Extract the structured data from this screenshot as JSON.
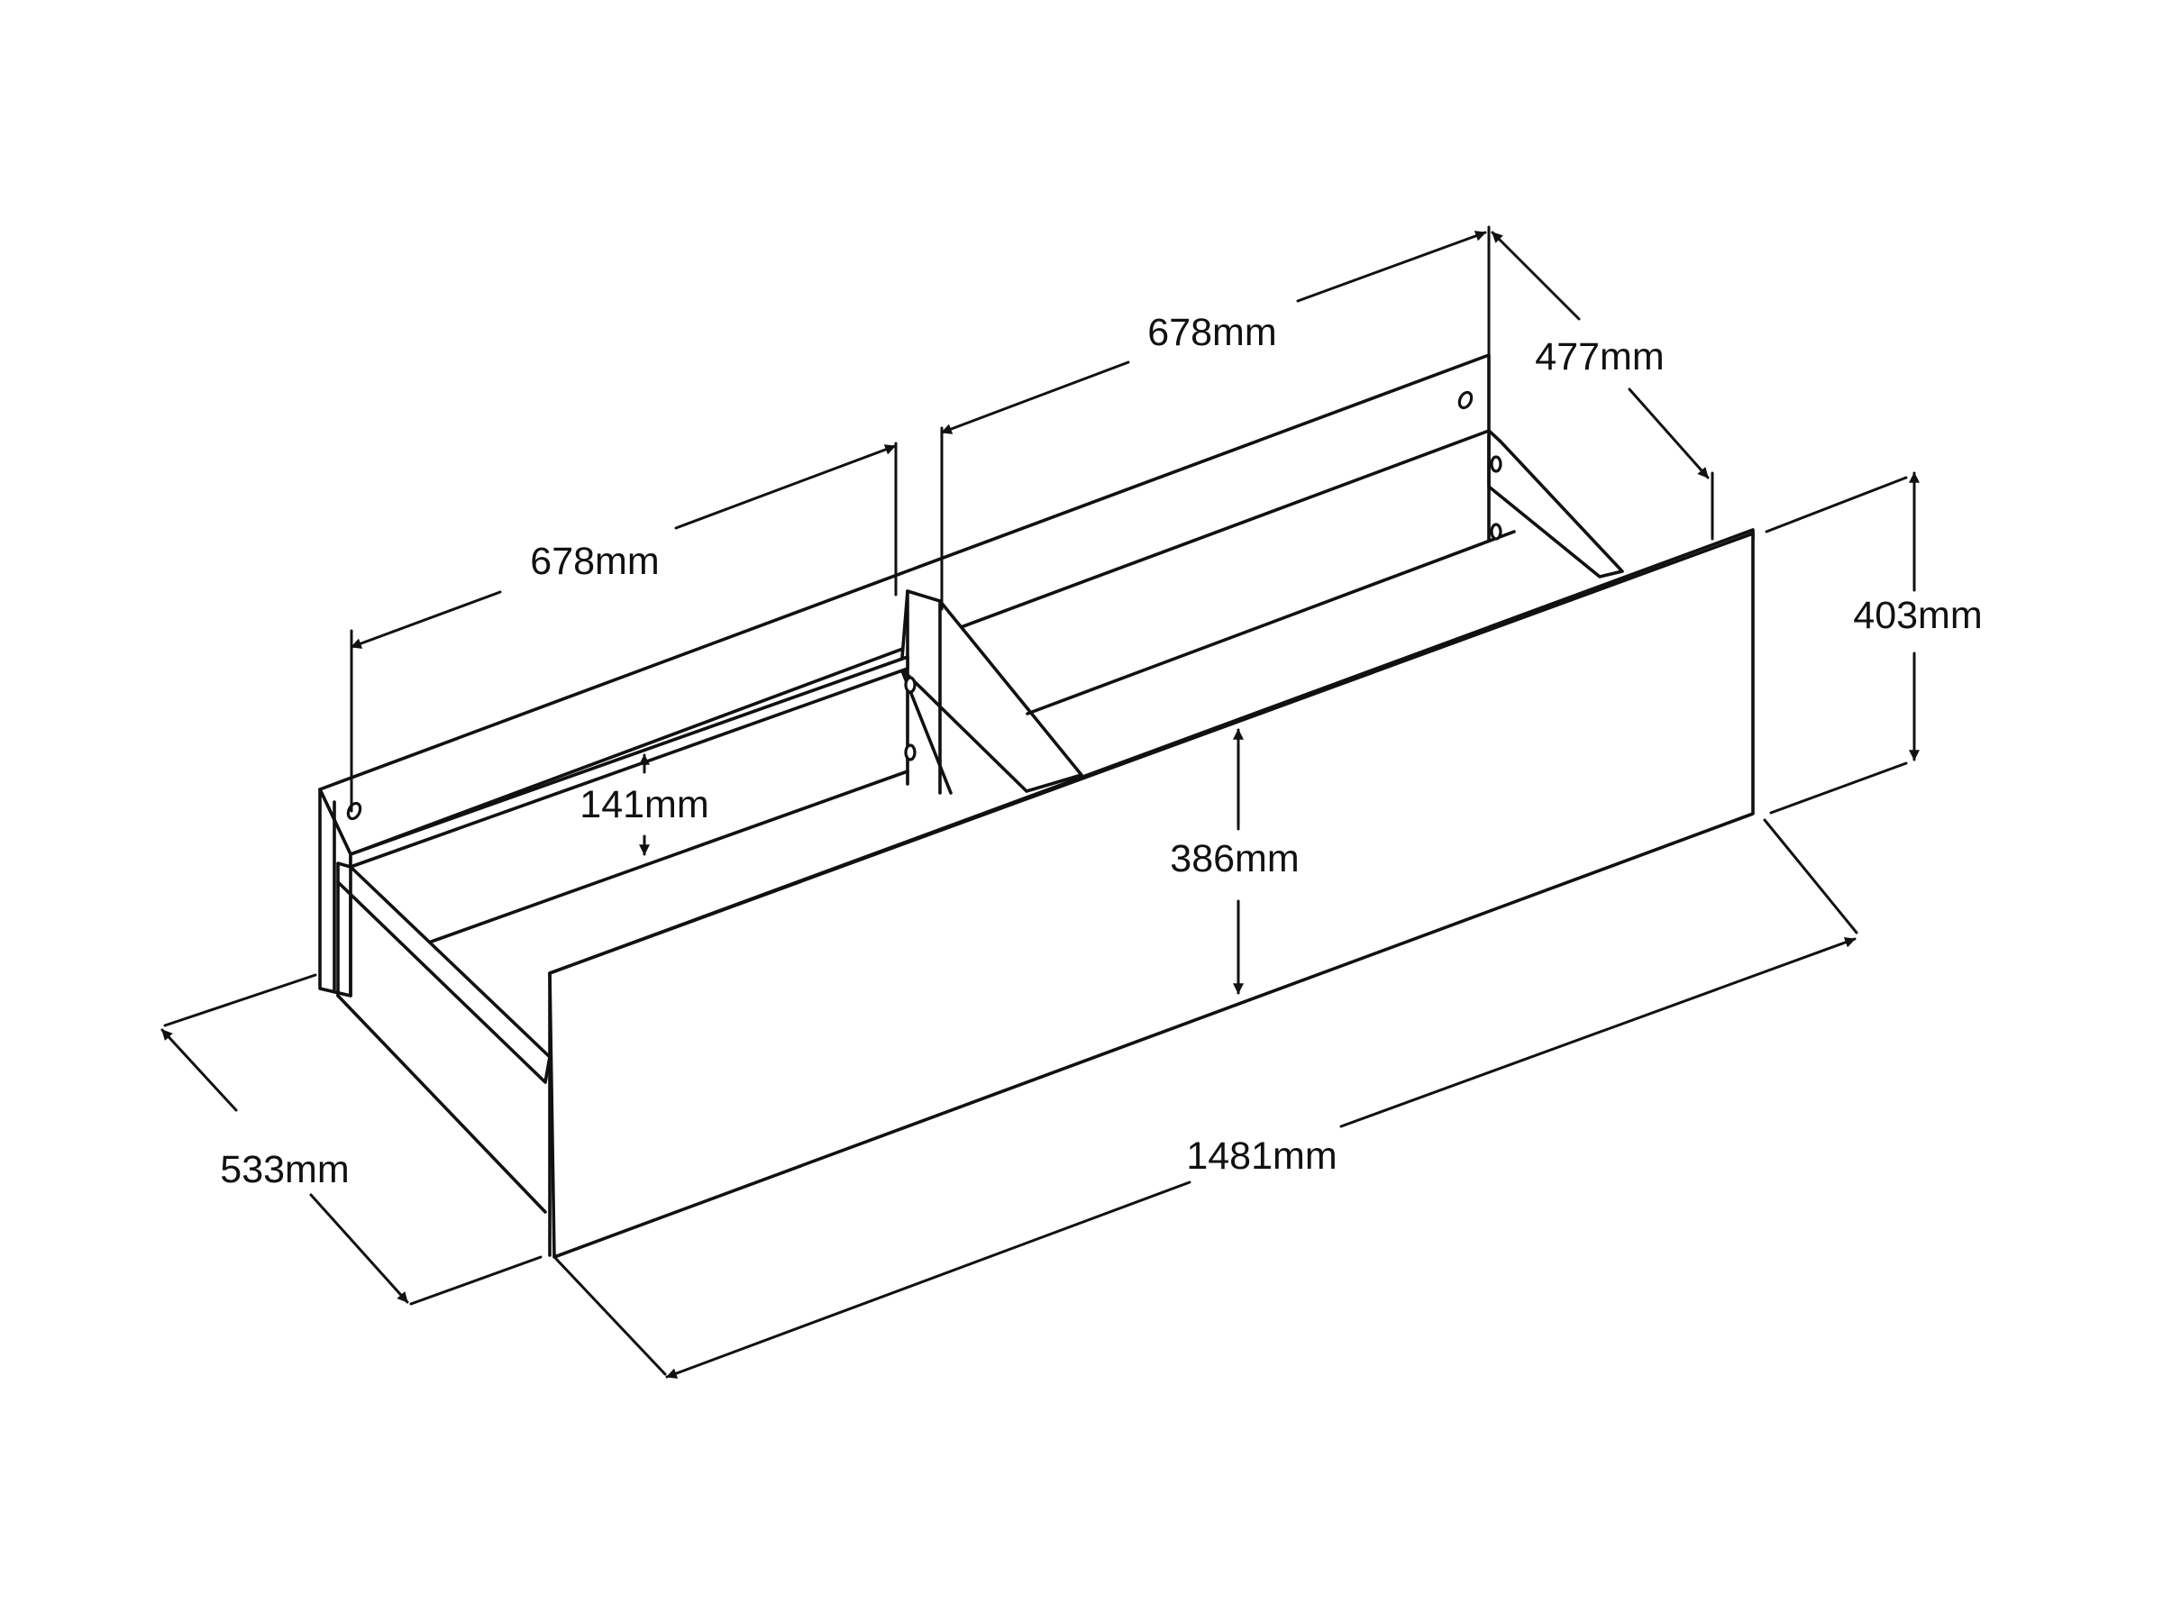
{
  "dimensions": {
    "overall_length": "1481mm",
    "depth": "533mm",
    "front_height": "403mm",
    "compartment_left": "678mm",
    "compartment_right": "678mm",
    "inner_depth": "477mm",
    "inner_height": "386mm",
    "back_height": "141mm"
  },
  "colors": {
    "line": "#111111",
    "background": "#ffffff"
  }
}
